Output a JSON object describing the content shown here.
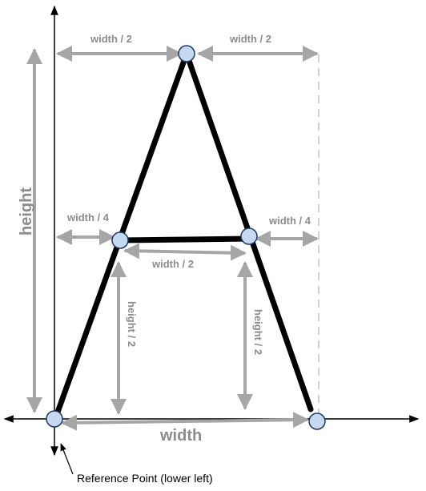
{
  "labels": {
    "top_left_width": "width / 2",
    "top_right_width": "width / 2",
    "mid_left_width": "width / 4",
    "mid_right_width": "width / 4",
    "crossbar_width": "width / 2",
    "left_height_half": "height / 2",
    "right_height_half": "height / 2",
    "full_height": "height",
    "full_width": "width",
    "reference_point": "Reference Point (lower left)"
  },
  "colors": {
    "dimension_arrow": "#a6a6a6",
    "dimension_text": "#8c8c8c",
    "letter_stroke": "#000000",
    "node_fill": "#c5d9f1",
    "node_stroke": "#1f3864",
    "guide_dashed": "#d0d0d0"
  }
}
